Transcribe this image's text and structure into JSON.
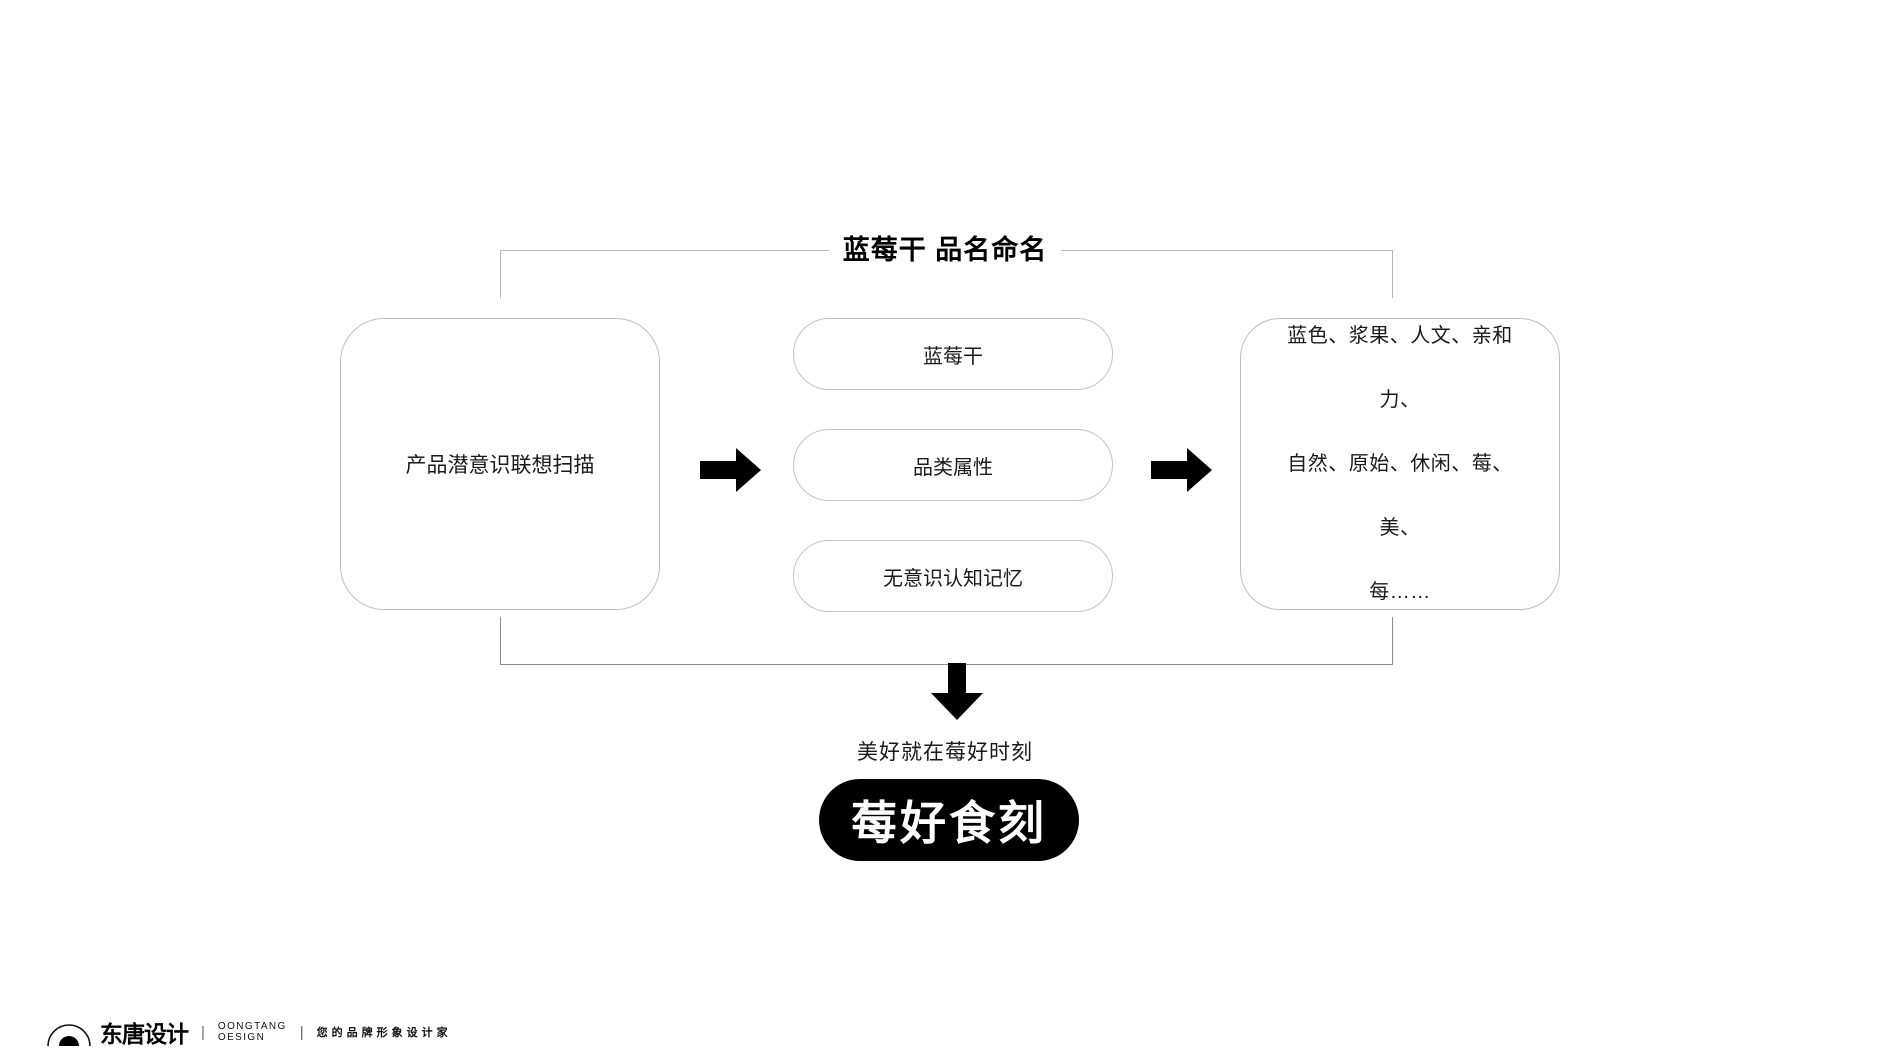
{
  "slide": {
    "title": "蓝莓干 品名命名",
    "background_color": "#ffffff"
  },
  "diagram": {
    "type": "process-flow",
    "stage_1": {
      "label": "产品潜意识联想扫描"
    },
    "arrow_1": "arrow-right-icon",
    "stage_2": {
      "items": [
        {
          "label": "蓝莓干"
        },
        {
          "label": "品类属性"
        },
        {
          "label": "无意识认知记忆"
        }
      ]
    },
    "arrow_2": "arrow-right-icon",
    "stage_3": {
      "lines": [
        "蓝色、浆果、人文、亲和力、",
        "自然、原始、休闲、莓、美、",
        "每……"
      ]
    },
    "arrow_down": "arrow-down-icon"
  },
  "result": {
    "tagline": "美好就在莓好时刻",
    "brand_name": "莓好食刻",
    "brand_pill_color": "#000000",
    "brand_text_color": "#ffffff"
  },
  "footer": {
    "logo_icon": "dongtang-logo-icon",
    "company_cn": "东唐设计",
    "divider": "|",
    "company_en_line_1": "OONGTANG",
    "company_en_line_2": "OESIGN",
    "slogan": "您的品牌形象设计家"
  },
  "colors": {
    "line_gray": "#b6b6b6",
    "box_border": "#bfbfbf",
    "ink": "#111111"
  }
}
